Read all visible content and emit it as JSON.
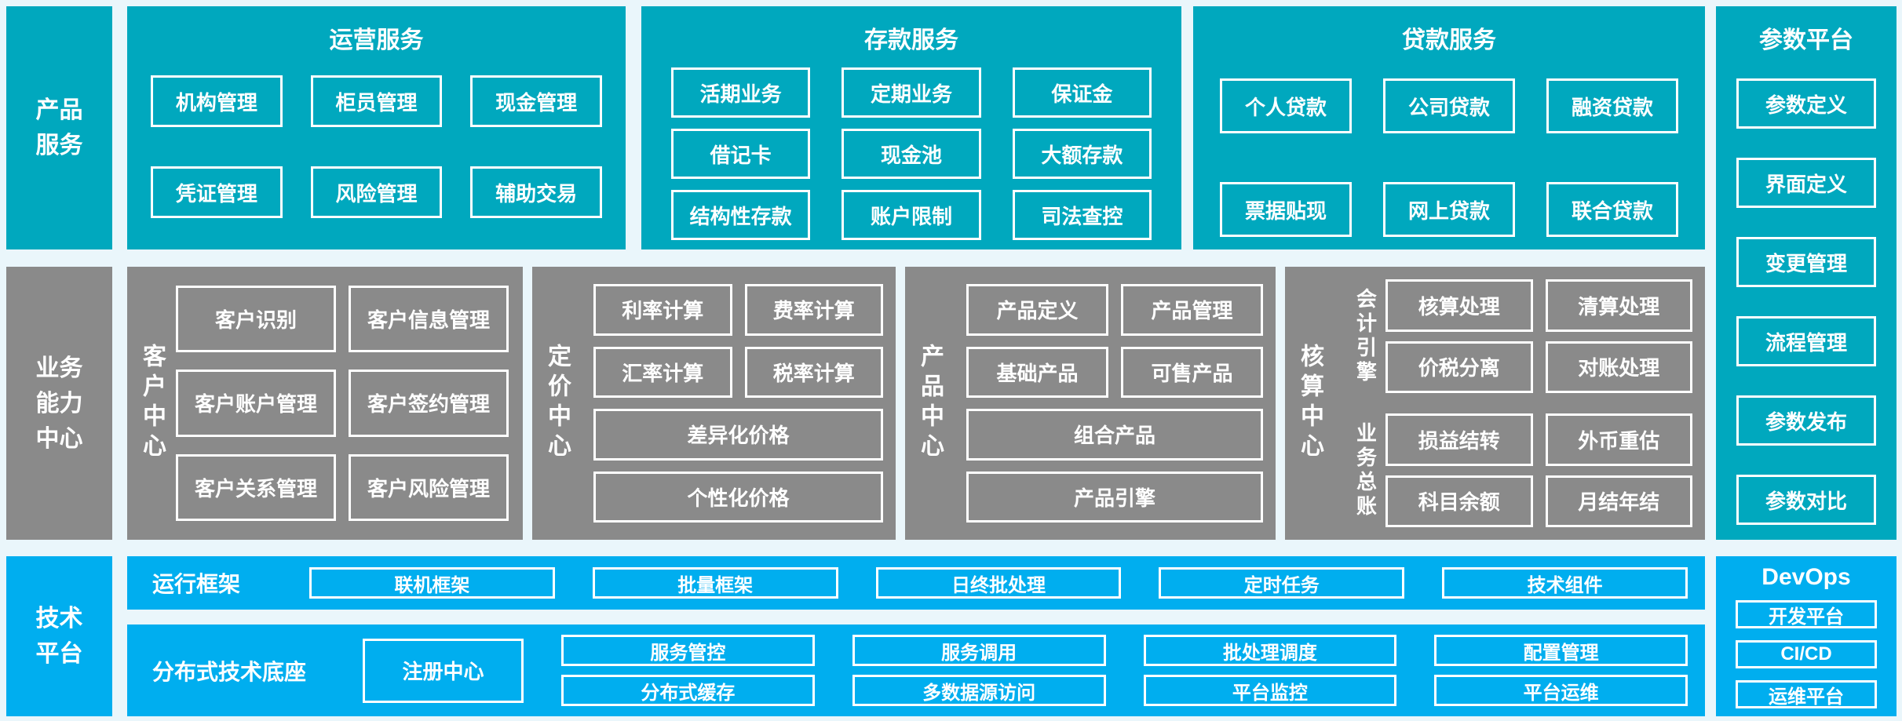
{
  "colors": {
    "teal": "#00A8BE",
    "gray": "#8A8A8A",
    "blue": "#00AEEF",
    "background": "#EAF6FB",
    "box_border": "#FFFFFF",
    "text": "#FFFFFF"
  },
  "rails": {
    "product": "产品服务",
    "capability": "业务能力中心",
    "tech": "技术平台"
  },
  "sections": {
    "ops": {
      "title": "运营服务",
      "boxes": [
        "机构管理",
        "柜员管理",
        "现金管理",
        "凭证管理",
        "风险管理",
        "辅助交易"
      ]
    },
    "deposit": {
      "title": "存款服务",
      "boxes": [
        "活期业务",
        "定期业务",
        "保证金",
        "借记卡",
        "现金池",
        "大额存款",
        "结构性存款",
        "账户限制",
        "司法查控"
      ]
    },
    "loan": {
      "title": "贷款服务",
      "boxes": [
        "个人贷款",
        "公司贷款",
        "融资贷款",
        "票据贴现",
        "网上贷款",
        "联合贷款"
      ]
    },
    "param": {
      "title": "参数平台",
      "boxes": [
        "参数定义",
        "界面定义",
        "变更管理",
        "流程管理",
        "参数发布",
        "参数对比"
      ]
    },
    "customer": {
      "label": "客户中心",
      "boxes": [
        "客户识别",
        "客户信息管理",
        "客户账户管理",
        "客户签约管理",
        "客户关系管理",
        "客户风险管理"
      ]
    },
    "pricing": {
      "label": "定价中心",
      "boxes": [
        "利率计算",
        "费率计算",
        "汇率计算",
        "税率计算"
      ],
      "wide_boxes": [
        "差异化价格",
        "个性化价格"
      ]
    },
    "product_center": {
      "label": "产品中心",
      "boxes": [
        "产品定义",
        "产品管理",
        "基础产品",
        "可售产品"
      ],
      "wide_boxes": [
        "组合产品",
        "产品引擎"
      ]
    },
    "accounting": {
      "label": "核算中心",
      "groups": [
        {
          "label": "会计引擎",
          "boxes": [
            "核算处理",
            "清算处理",
            "价税分离",
            "对账处理"
          ]
        },
        {
          "label": "业务总账",
          "boxes": [
            "损益结转",
            "外币重估",
            "科目余额",
            "月结年结"
          ]
        }
      ]
    },
    "runtime": {
      "label": "运行框架",
      "boxes": [
        "联机框架",
        "批量框架",
        "日终批处理",
        "定时任务",
        "技术组件"
      ]
    },
    "distributed": {
      "label": "分布式技术底座",
      "registry_box": "注册中心",
      "boxes": [
        "服务管控",
        "服务调用",
        "批处理调度",
        "配置管理",
        "分布式缓存",
        "多数据源访问",
        "平台监控",
        "平台运维"
      ]
    },
    "devops": {
      "title": "DevOps",
      "boxes": [
        "开发平台",
        "CI/CD",
        "运维平台"
      ]
    }
  }
}
